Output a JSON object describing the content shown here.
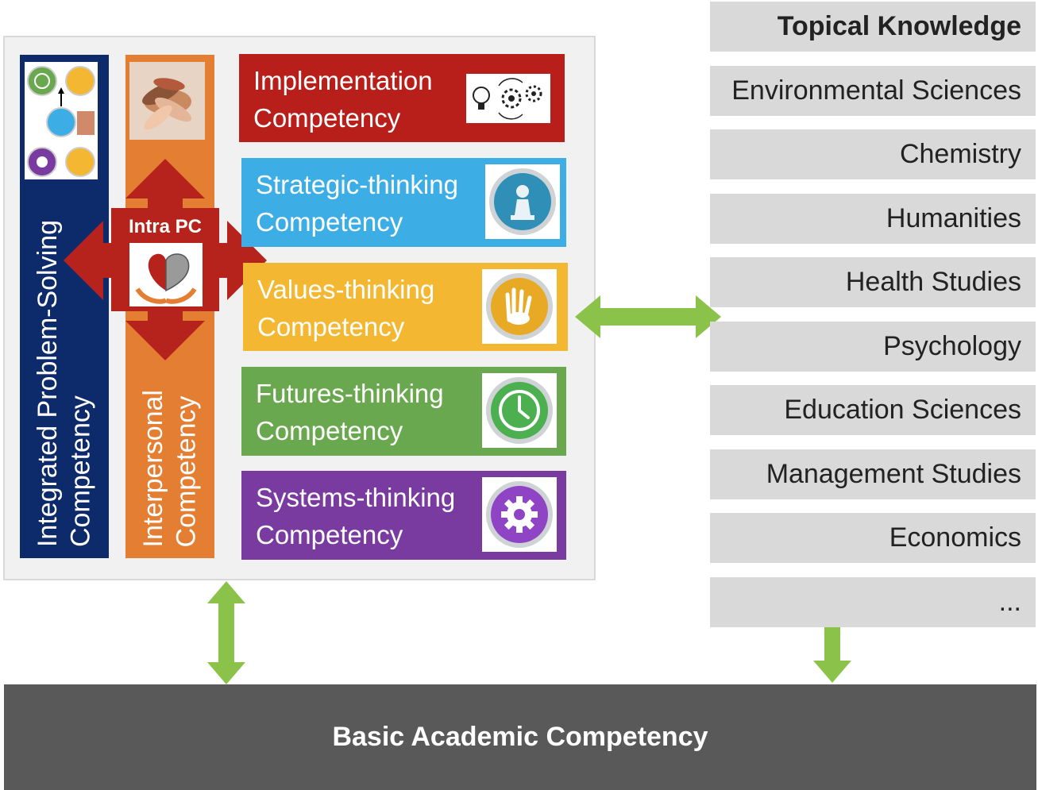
{
  "left_bars": {
    "integrated": [
      "Integrated Problem-Solving",
      "Competency"
    ],
    "interpersonal": [
      "Interpersonal",
      "Competency"
    ],
    "intra_label": "Intra PC"
  },
  "competencies": [
    {
      "line1": "Implementation",
      "line2": "Competency",
      "color": "#b81f1b",
      "icon": "lightbulb-gears-icon"
    },
    {
      "line1": "Strategic-thinking",
      "line2": "Competency",
      "color": "#3daee5",
      "icon": "chess-pawn-icon"
    },
    {
      "line1": "Values-thinking",
      "line2": "Competency",
      "color": "#f4b731",
      "icon": "hands-icon"
    },
    {
      "line1": "Futures-thinking",
      "line2": "Competency",
      "color": "#6aa84f",
      "icon": "clock-icon"
    },
    {
      "line1": "Systems-thinking",
      "line2": "Competency",
      "color": "#7a3ba0",
      "icon": "gear-icon"
    }
  ],
  "topical": {
    "header": "Topical Knowledge",
    "items": [
      "Environmental Sciences",
      "Chemistry",
      "Humanities",
      "Health Studies",
      "Psychology",
      "Education Sciences",
      "Management Studies",
      "Economics",
      "..."
    ]
  },
  "basic": "Basic Academic Competency",
  "colors": {
    "navy": "#0d2a6b",
    "orange": "#e37e33",
    "arrow_red": "#b5231c",
    "arrow_green": "#8bc34a",
    "gray_dark": "#595959",
    "gray_light": "#d9d9d9"
  }
}
